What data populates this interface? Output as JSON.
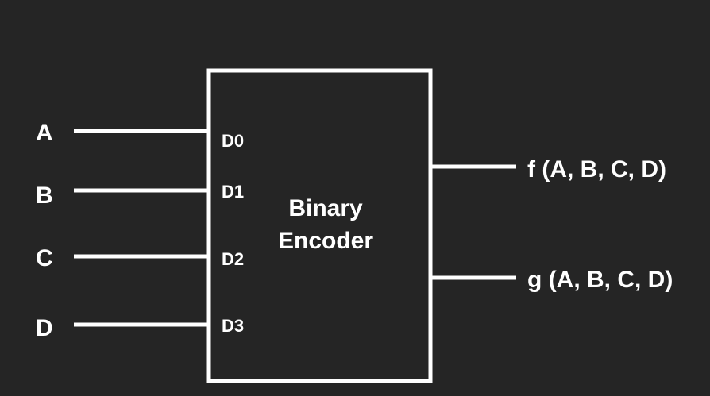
{
  "diagram": {
    "background_color": "#252525",
    "line_color": "#ffffff",
    "block": {
      "title_lines": [
        "Binary",
        "Encoder"
      ]
    },
    "inputs": [
      {
        "label": "A",
        "port": "D0"
      },
      {
        "label": "B",
        "port": "D1"
      },
      {
        "label": "C",
        "port": "D2"
      },
      {
        "label": "D",
        "port": "D3"
      }
    ],
    "outputs": [
      {
        "label": "f (A, B, C, D)"
      },
      {
        "label": "g (A, B, C, D)"
      }
    ]
  }
}
